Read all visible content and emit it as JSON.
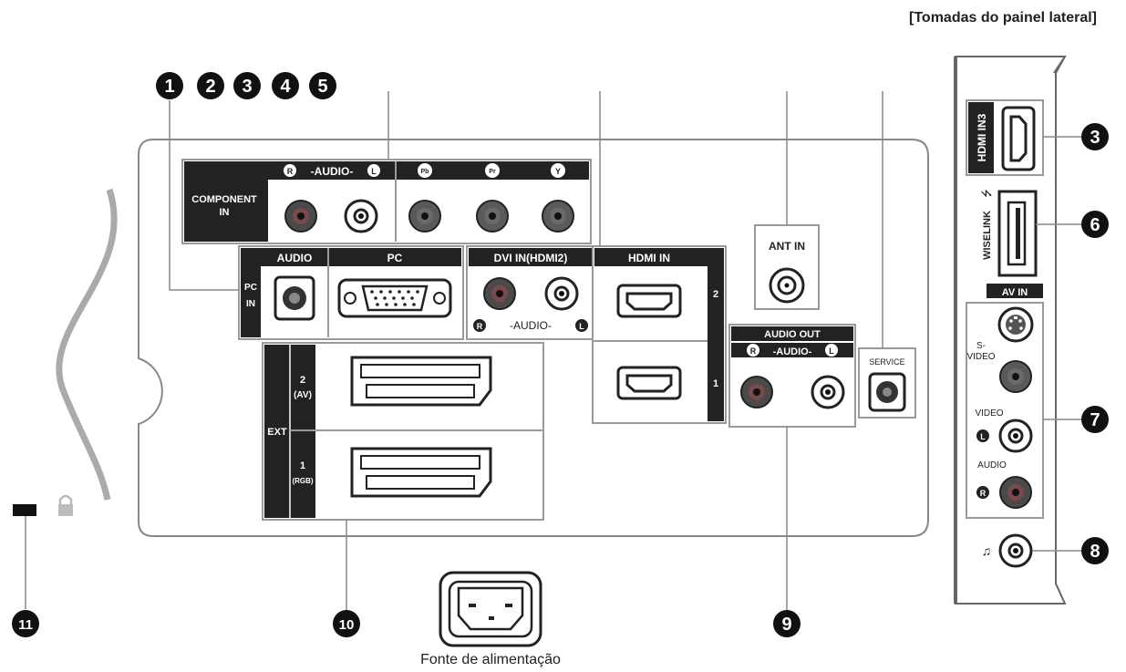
{
  "side_panel": {
    "title": "[Tomadas do painel lateral]",
    "hdmi_in3": "HDMI IN3",
    "wiselink": "WISELINK",
    "usb_symbol": "⭍",
    "av_in": "AV IN",
    "s_video": "S-",
    "s_video_2": "VIDEO",
    "video": "VIDEO",
    "audio": "AUDIO",
    "audio_l": "L",
    "audio_r": "R",
    "headphone_symbol": "♫"
  },
  "rear_panel": {
    "component_in": "COMPONENT",
    "component_in_2": "IN",
    "audio_rl": "-AUDIO-",
    "component_r": "R",
    "component_l": "L",
    "pb": "Pb",
    "pr": "Pr",
    "y": "Y",
    "pc_in": "PC",
    "pc_in_2": "IN",
    "pc_audio": "AUDIO",
    "pc": "PC",
    "dvi_in": "DVI IN(HDMI2)",
    "dvi_audio": "-AUDIO-",
    "dvi_r": "R",
    "dvi_l": "L",
    "hdmi_in": "HDMI IN",
    "hdmi_2": "2",
    "hdmi_1": "1",
    "ant_in": "ANT IN",
    "audio_out": "AUDIO OUT",
    "audio_out_rl": "-AUDIO-",
    "audio_out_r": "R",
    "audio_out_l": "L",
    "service": "SERVICE",
    "ext": "EXT",
    "ext2": "2",
    "ext2_sub": "(AV)",
    "ext1": "1",
    "ext1_sub": "(RGB)",
    "power": "Fonte de alimentação"
  },
  "callouts": [
    "1",
    "2",
    "3",
    "4",
    "5",
    "3",
    "6",
    "7",
    "8",
    "9",
    "10",
    "11"
  ]
}
